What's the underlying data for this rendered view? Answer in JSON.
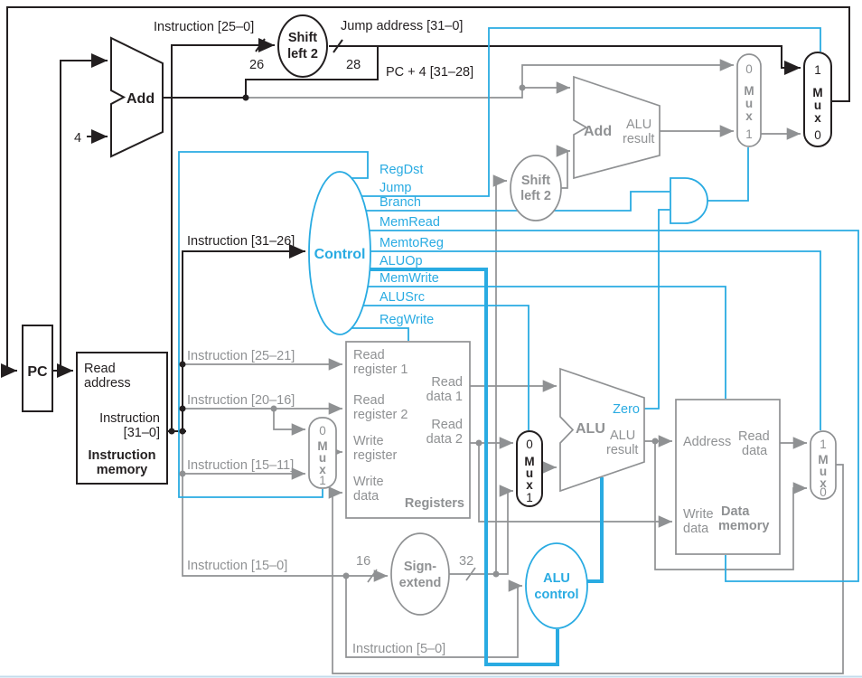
{
  "colors": {
    "accent": "#29abe2",
    "gray": "#8f9193",
    "black": "#231f20"
  },
  "mux": {
    "m": "M",
    "u": "u",
    "x": "x",
    "zero": "0",
    "one": "1"
  },
  "labels": {
    "instruction_25_0": "Instruction [25–0]",
    "jump_address": "Jump address [31–0]",
    "pc_plus_4": "PC + 4 [31–28]",
    "w26": "26",
    "w28": "28",
    "w16": "16",
    "w32": "32",
    "four": "4",
    "instruction_31_26": "Instruction [31–26]",
    "instruction_25_21": "Instruction [25–21]",
    "instruction_20_16": "Instruction [20–16]",
    "instruction_15_11": "Instruction [15–11]",
    "instruction_15_0": "Instruction [15–0]",
    "instruction_5_0": "Instruction [5–0]",
    "zero_flag": "Zero"
  },
  "control": {
    "name": "Control",
    "signals": [
      "RegDst",
      "Jump",
      "Branch",
      "MemRead",
      "MemtoReg",
      "ALUOp",
      "MemWrite",
      "ALUSrc",
      "RegWrite"
    ]
  },
  "blocks": {
    "pc": "PC",
    "add": "Add",
    "shift_left_2a": "Shift",
    "shift_left_2b": "left 2",
    "branch_add": "Add",
    "branch_add_result_a": "ALU",
    "branch_add_result_b": "result",
    "instruction_memory": {
      "read_a": "Read",
      "read_b": "address",
      "out_a": "Instruction",
      "out_b": "[31–0]",
      "name_a": "Instruction",
      "name_b": "memory"
    },
    "registers": {
      "rr1a": "Read",
      "rr1b": "register 1",
      "rr2a": "Read",
      "rr2b": "register 2",
      "wra": "Write",
      "wrb": "register",
      "wda": "Write",
      "wdb": "data",
      "rd1a": "Read",
      "rd1b": "data 1",
      "rd2a": "Read",
      "rd2b": "data 2",
      "name": "Registers"
    },
    "alu": {
      "name": "ALU",
      "res_a": "ALU",
      "res_b": "result"
    },
    "sign_extend_a": "Sign-",
    "sign_extend_b": "extend",
    "alu_control_a": "ALU",
    "alu_control_b": "control",
    "data_memory": {
      "address": "Address",
      "rd_a": "Read",
      "rd_b": "data",
      "wd_a": "Write",
      "wd_b": "data",
      "name_a": "Data",
      "name_b": "memory"
    }
  }
}
